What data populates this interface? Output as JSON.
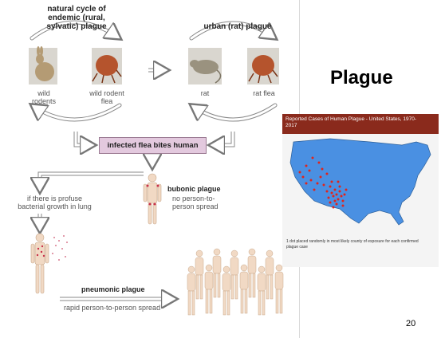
{
  "slide": {
    "title": "Plague",
    "page_number": "20"
  },
  "diagram": {
    "sylvatic_title": "natural cycle of\nendemic (rural,\nsylvatic) plague",
    "urban_title": "urban (rat) plague",
    "wild_rodents": "wild\nrodents",
    "wild_rodent_flea": "wild rodent\nflea",
    "rat": "rat",
    "rat_flea": "rat flea",
    "infected_box": "infected flea bites human",
    "bubonic_title": "bubonic plague",
    "bubonic_sub": "no person-to-\nperson spread",
    "lung_condition": "if there is profuse\nbacterial growth in lung",
    "pneumonic_title": "pneumonic plague",
    "pneumonic_sub": "rapid person-to-person spread"
  },
  "map": {
    "header": "Reported Cases of Human Plague - United States, 1970-\n2017",
    "caption": "1 dot placed randomly in most likely county of exposure for each confirmed\nplague case",
    "colors": {
      "land": "#4a90e2",
      "dots": "#e0241b",
      "header": "#8a2a1c"
    }
  }
}
